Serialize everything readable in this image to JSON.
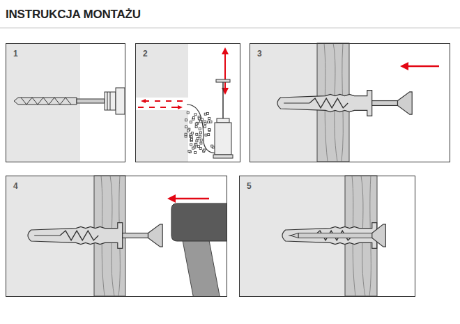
{
  "diagram": {
    "title": "INSTRUKCJA MONTAŻU",
    "labels": [
      "1",
      "2",
      "3",
      "4",
      "5"
    ]
  }
}
